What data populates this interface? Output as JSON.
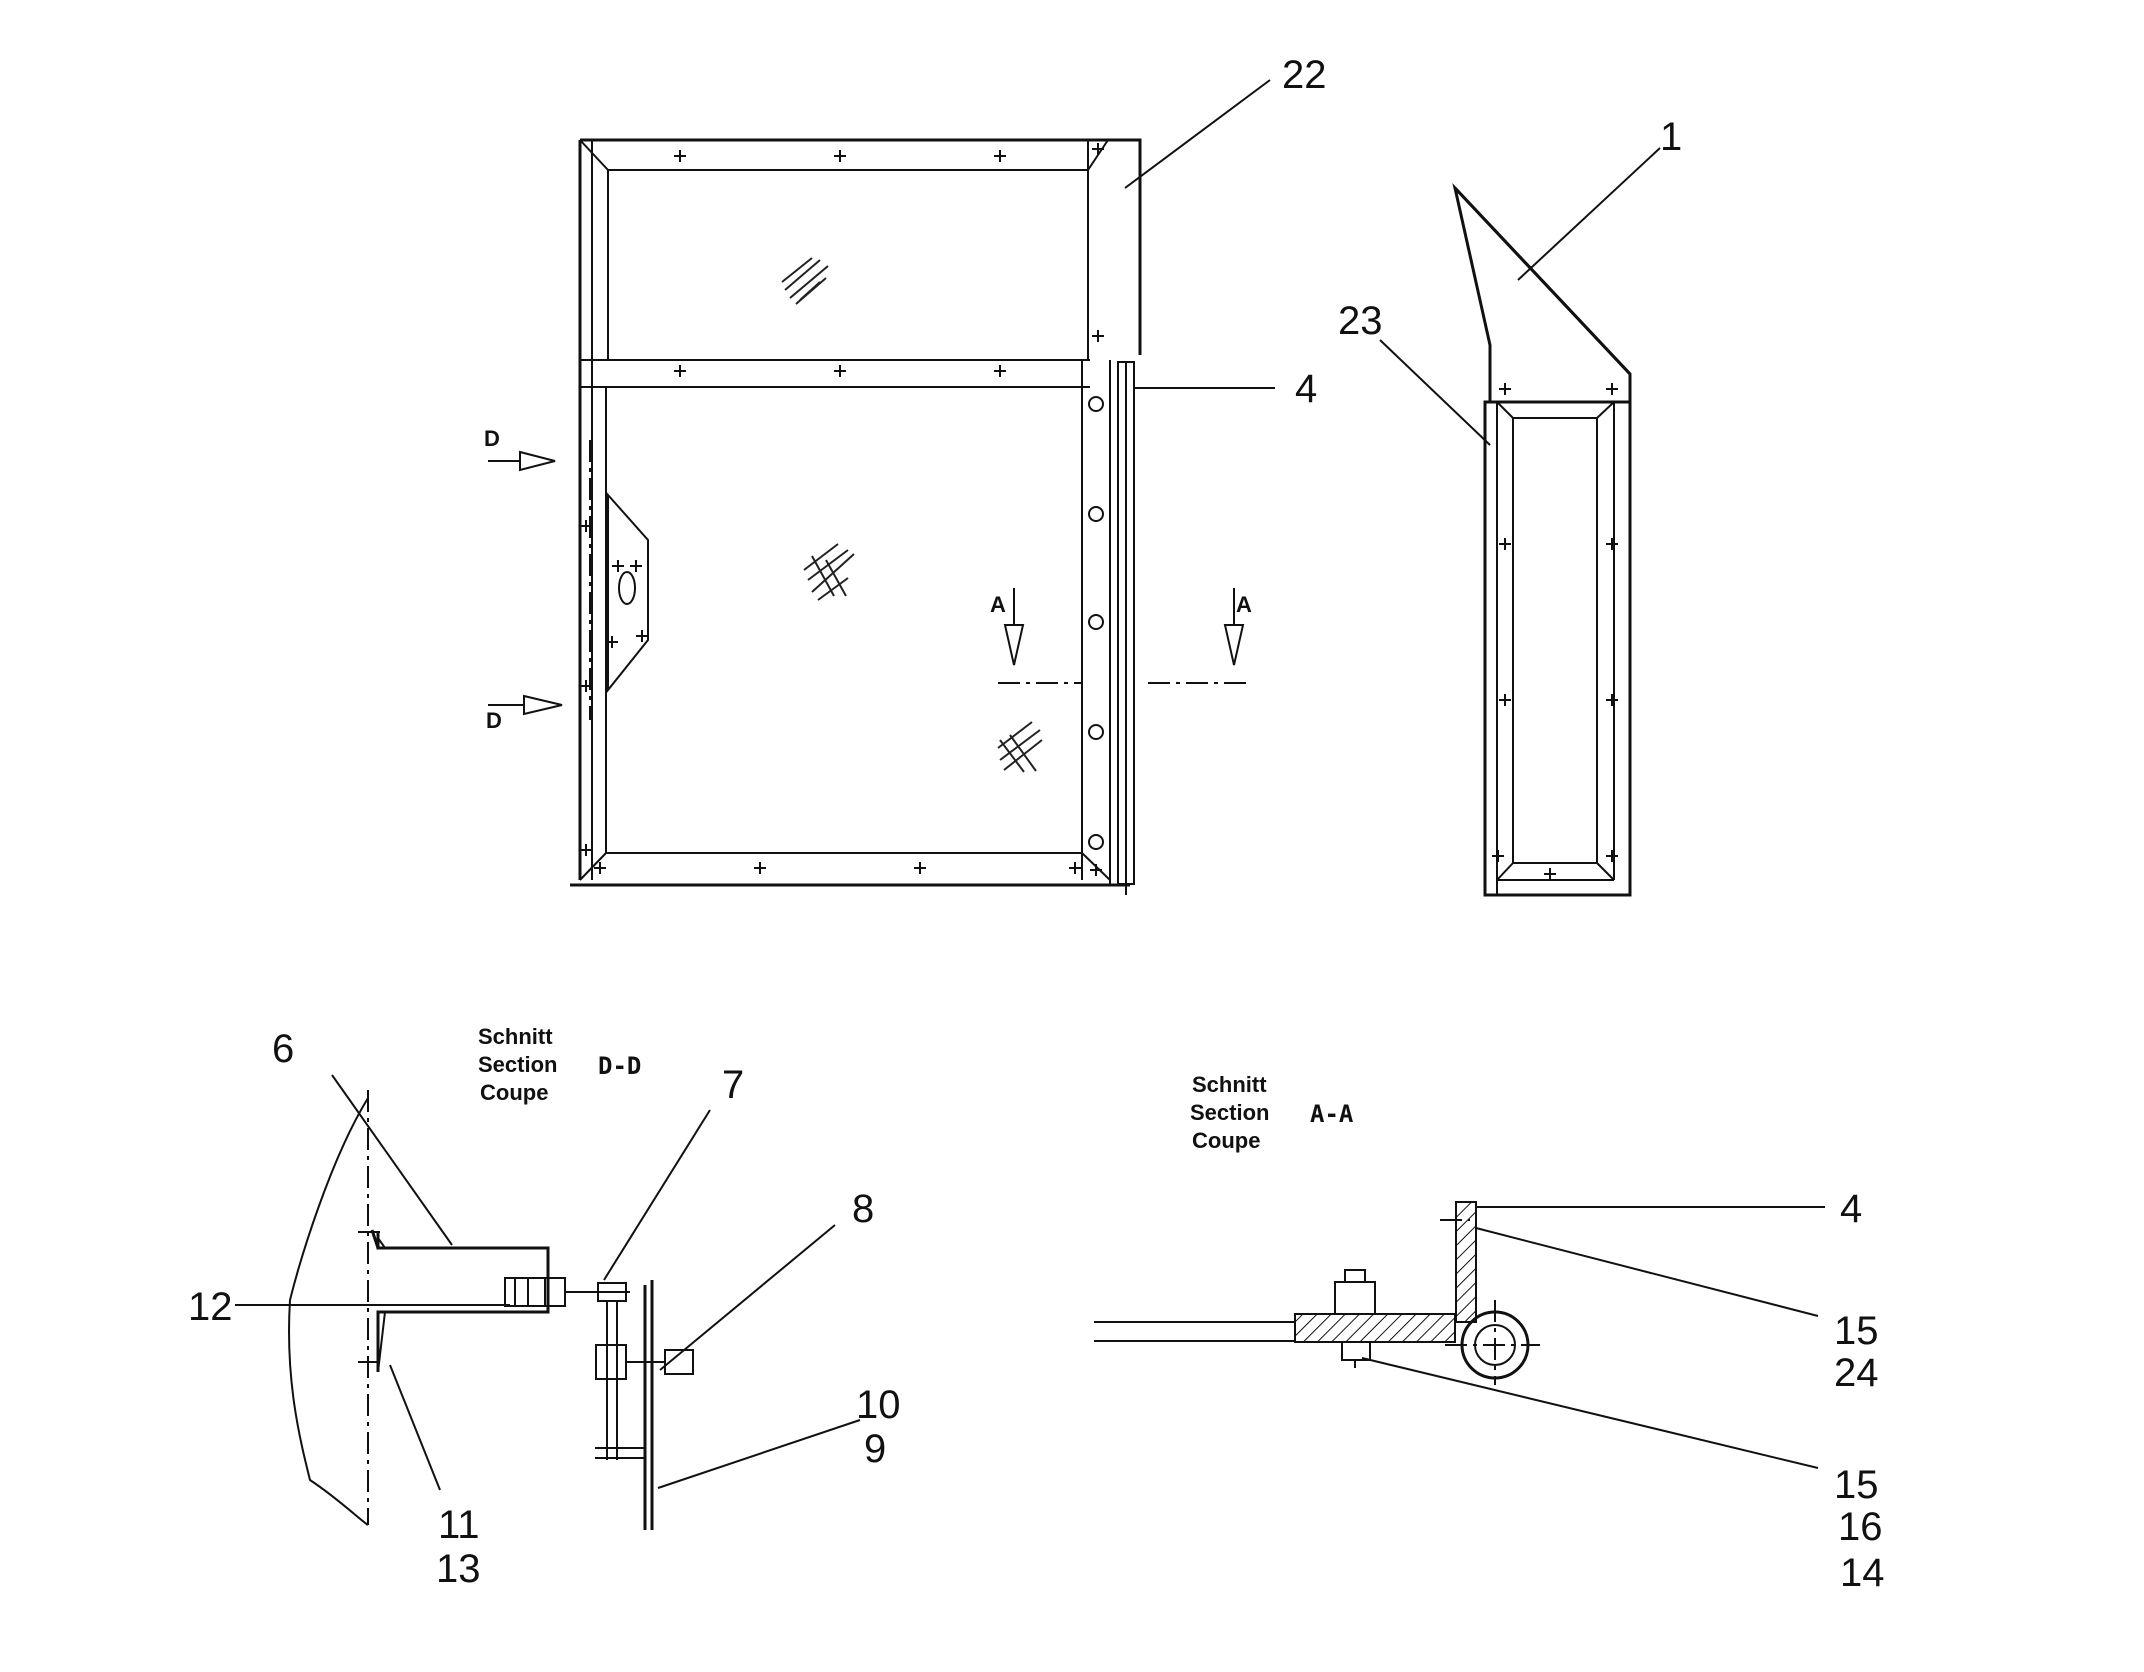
{
  "labels": {
    "p22": "22",
    "p1": "1",
    "p23": "23",
    "p4_top": "4",
    "p6": "6",
    "p7": "7",
    "p8": "8",
    "p12": "12",
    "p10": "10",
    "p9": "9",
    "p11": "11",
    "p13": "13",
    "p4_sec": "4",
    "p15_a": "15",
    "p24": "24",
    "p15_b": "15",
    "p16": "16",
    "p14": "14"
  },
  "arrows": {
    "d_top": "D",
    "d_bottom": "D",
    "a_left": "A",
    "a_right": "A"
  },
  "section_dd": {
    "line1": "Schnitt",
    "line2": "Section",
    "line3": "Coupe",
    "id": "D-D"
  },
  "section_aa": {
    "line1": "Schnitt",
    "line2": "Section",
    "line3": "Coupe",
    "id": "A-A"
  }
}
